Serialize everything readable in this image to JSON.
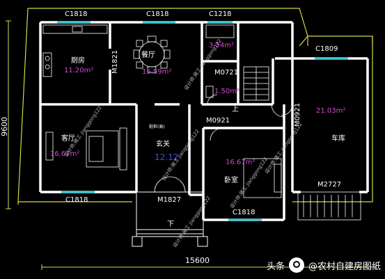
{
  "dimensions": {
    "height": "9600",
    "width": "15600"
  },
  "windows": {
    "top_left": "C1818",
    "top_mid": "C1818",
    "top_right": "C1218",
    "garage_top": "C1809",
    "bottom_left": "C1818",
    "bottom_mid": "C1818",
    "kitchen_side": "M1821"
  },
  "doors": {
    "bath": "M0721",
    "bedroom": "M0921",
    "garage": "M0921",
    "entrance": "M1827",
    "garage_main": "M2727"
  },
  "rooms": {
    "kitchen_name": "厨房",
    "kitchen_area": "11.20m²",
    "dining_name": "餐厅",
    "dining_area": "15.59m²",
    "bath_area": "3.54m²",
    "wc_area": "1.50m²",
    "living_name": "客厅",
    "living_area": "16.67m²",
    "foyer_name": "玄关",
    "foyer_area": "12.12",
    "bedroom_name": "卧室",
    "bedroom_area": "16.67m²",
    "garage_name": "车库",
    "garage_area": "21.03m²",
    "stair_up": "上",
    "step_down": "下",
    "shoe_cabinet": "鞋柜(高)"
  },
  "watermarks": [
    "设计师:蒋工 jianggong122",
    "设计师:蒋工 jianggong122",
    "设计师:蒋工 jianggong122",
    "设计师:蒋工 jianggong122",
    "设计师:蒋工 jianggong122",
    "设计师:蒋工 jianggong122"
  ],
  "footer": {
    "source": "头条",
    "account": "@农村自建房图纸"
  },
  "colors": {
    "wall": "#ffffff",
    "frame": "#d8d84a",
    "window": "#35c7d8",
    "room_name": "#ffffff",
    "area": "#d24ad2",
    "foyer_area": "#4a4af0",
    "watermark": "#bbbbbb"
  }
}
